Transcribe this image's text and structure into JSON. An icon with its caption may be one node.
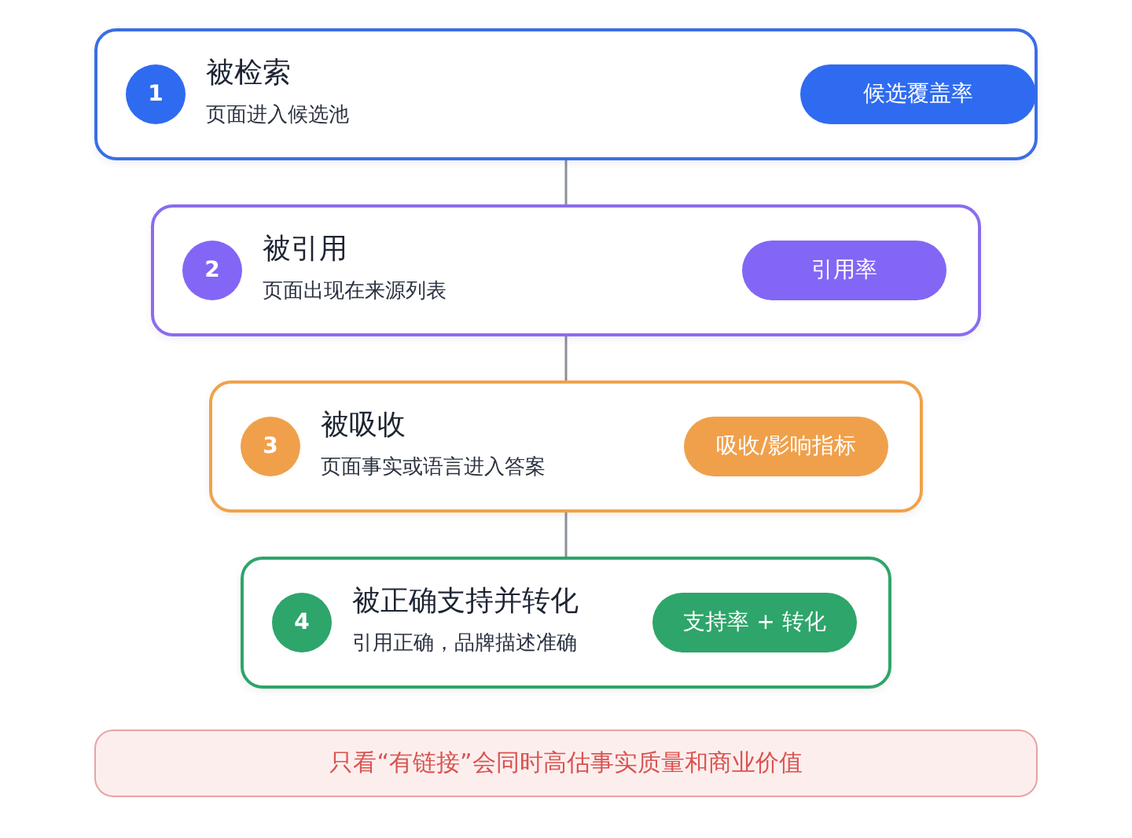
{
  "diagram": {
    "nodes": [
      {
        "text": [
          "被检索",
          "页面进入候选池"
        ]
      },
      {
        "text": [
          "1"
        ],
        "in": 0
      },
      {
        "text": [
          "候选覆盖率"
        ],
        "in": 0
      },
      {
        "text": [
          "被引用",
          "页面出现在来源列表"
        ]
      },
      {
        "text": [
          "2"
        ],
        "in": 3
      },
      {
        "text": [
          "引用率"
        ],
        "in": 3
      },
      {
        "text": [
          "被吸收",
          "页面事实或语言进入答案"
        ]
      },
      {
        "text": [
          "3"
        ],
        "in": 6
      },
      {
        "text": [
          "吸收/影响指标"
        ],
        "in": 6
      },
      {
        "text": [
          "被正确支持并转化",
          "引用正确，品牌描述准确"
        ]
      },
      {
        "text": [
          "4"
        ],
        "in": 9
      },
      {
        "text": [
          "支持率 + 转化"
        ],
        "in": 9
      },
      {
        "text": [
          "只看“有链接”会同时高估事实质量和商业价值"
        ]
      }
    ],
    "edges": [
      {
        "from": 0,
        "to": 3,
        "arrow": "none"
      },
      {
        "from": 3,
        "to": 6,
        "arrow": "none"
      },
      {
        "from": 6,
        "to": 9,
        "arrow": "none"
      }
    ]
  }
}
